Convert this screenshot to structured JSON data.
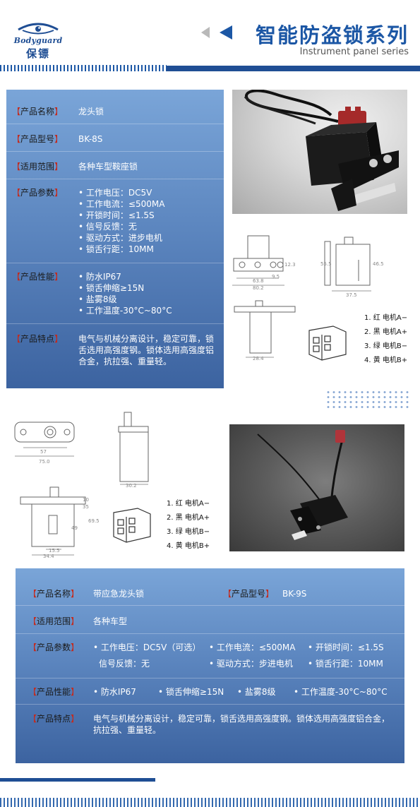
{
  "header": {
    "logo_en": "Bodyguard",
    "logo_cn": "保镖",
    "title_cn": "智能防盗锁系列",
    "title_en": "Instrument panel series"
  },
  "product1": {
    "labels": {
      "name": "产品名称",
      "model": "产品型号",
      "scope": "适用范围",
      "params": "产品参数",
      "perf": "产品性能",
      "features": "产品特点"
    },
    "name": "龙头锁",
    "model": "BK-8S",
    "scope": "各种车型鞍座锁",
    "params": [
      "• 工作电压：DC5V",
      "• 工作电流：≤500MA",
      "• 开锁时间：≤1.5S",
      "• 信号反馈：无",
      "• 驱动方式：进步电机",
      "• 锁舌行距：10MM"
    ],
    "perf": [
      "• 防水IP67",
      "• 锁舌伸缩≥15N",
      "• 盐雾8级",
      "• 工作温度-30°C~80°C"
    ],
    "features": [
      "电气与机械分离设计，稳定可靠，锁",
      "舌选用高强度钢。锁体选用高强度铝",
      "合金，抗拉强、重量轻。"
    ],
    "wiring": [
      "1. 红  电机A−",
      "2. 黑  电机A+",
      "3. 绿  电机B−",
      "4. 黄  电机B+"
    ]
  },
  "product2": {
    "labels": {
      "name": "产品名称",
      "model": "产品型号",
      "scope": "适用范围",
      "params": "产品参数",
      "perf": "产品性能",
      "features": "产品特点"
    },
    "name": "带应急龙头锁",
    "model": "BK-9S",
    "scope": "各种车型",
    "params_row1": [
      "• 工作电压：DC5V（可选）",
      "• 工作电流：≤500MA",
      "• 开锁时间：≤1.5S"
    ],
    "params_row2": [
      "信号反馈：无",
      "• 驱动方式：步进电机",
      "• 锁舌行距：10MM"
    ],
    "perf": [
      "• 防水IP67",
      "• 锁舌伸缩≥15N",
      "• 盐雾8级",
      "• 工作温度-30°C~80°C"
    ],
    "features": [
      "电气与机械分离设计，稳定可靠，锁舌选用高强度钢。锁体选用高强度铝合金，",
      "抗拉强、重量轻。"
    ],
    "wiring": [
      "1. 红  电机A−",
      "2. 黑  电机A+",
      "3. 绿  电机B−",
      "4. 黄  电机B+"
    ]
  },
  "dimensions1": {
    "front_w1": "63.8",
    "front_w2": "80.2",
    "front_h": "12.3",
    "front_small": "9.5",
    "side_h": "55.5",
    "side_h2": "46.5",
    "side_w": "37.5",
    "bottom_w": "28.4"
  },
  "dimensions2": {
    "top_w1": "57",
    "top_w2": "75.0",
    "side_w": "30.2",
    "front_h": "69.5",
    "front_h2": "49",
    "front_a": "10",
    "front_b": "35",
    "front_w1": "15.5",
    "front_w2": "34.4"
  },
  "colors": {
    "brand": "#1f4e94",
    "accent": "#1c57a5",
    "bracket": "#c22b1f"
  }
}
